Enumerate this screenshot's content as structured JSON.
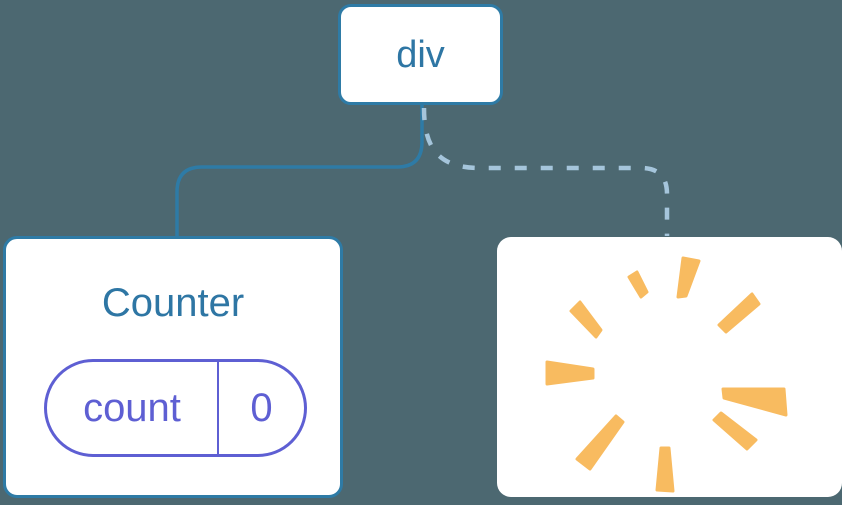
{
  "diagram": {
    "root": {
      "label": "div"
    },
    "children": {
      "counter": {
        "title": "Counter",
        "state": {
          "key": "count",
          "value": "0"
        }
      },
      "removed": {
        "icon": "poof-icon"
      }
    }
  },
  "colors": {
    "background": "#4C6871",
    "card": "#FFFFFF",
    "line": "#2E7BA6",
    "text": "#2E76A4",
    "dashed_line": "#A5C5DB",
    "accent_purple": "#5E5FD3",
    "poof_orange": "#F8BB60"
  }
}
